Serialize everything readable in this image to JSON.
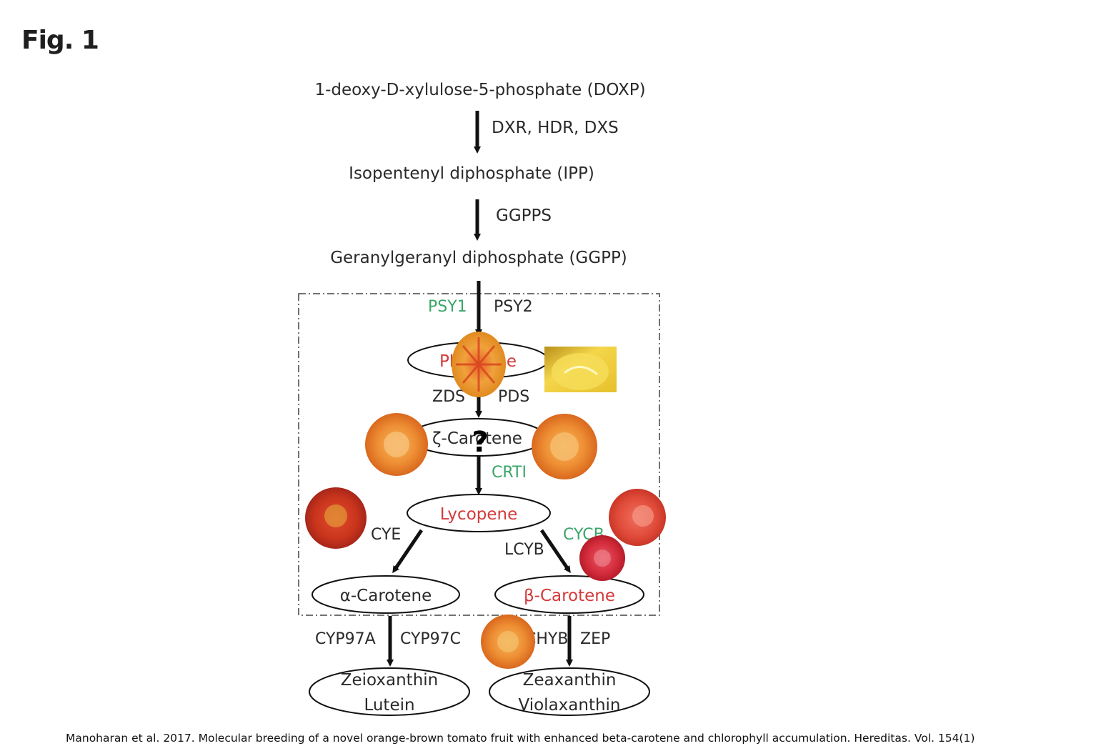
{
  "figure": {
    "label": "Fig. 1",
    "caption": "Manoharan et al. 2017. Molecular breeding of a novel orange-brown tomato fruit with enhanced beta-carotene and chlorophyll accumulation. Hereditas. Vol. 154(1)"
  },
  "pathway": {
    "doxp": "1-deoxy-D-xylulose-5-phosphate (DOXP)",
    "enz_doxp_ipp": "DXR, HDR, DXS",
    "ipp": "Isopentenyl diphosphate (IPP)",
    "enz_ipp_ggpp": "GGPPS",
    "ggpp": "Geranylgeranyl diphosphate (GGPP)",
    "psy1": "PSY1",
    "psy2": "PSY2",
    "phytoene": "Phytoene",
    "zds": "ZDS",
    "pds": "PDS",
    "zeta_carotene": "ζ-Carotene",
    "question": "?",
    "crti": "CRTI",
    "lycopene": "Lycopene",
    "cye": "CYE",
    "cycb": "CYCB",
    "lcyb": "LCYB",
    "alpha_carotene": "α-Carotene",
    "beta_carotene": "β-Carotene",
    "cyp97a": "CYP97A",
    "cyp97c": "CYP97C",
    "chyb": "CHYB",
    "zep": "ZEP",
    "zeioxanthin": "Zeioxanthin",
    "lutein": "Lutein",
    "zeaxanthin": "Zeaxanthin",
    "violaxanthin": "Violaxanthin"
  },
  "colors": {
    "text": "#2a2a2a",
    "highlight_red": "#d43a3a",
    "highlight_green": "#3aa66a",
    "arrow": "#111111"
  },
  "images": [
    "tomato-slice-orange-phytoene",
    "tomato-slice-yellow",
    "tomato-slice-orange-left",
    "tomato-slice-orange-right",
    "tomato-slice-red-left",
    "tomato-slice-red-right",
    "tomato-slice-red-small",
    "tomato-slice-orange-bottom"
  ]
}
